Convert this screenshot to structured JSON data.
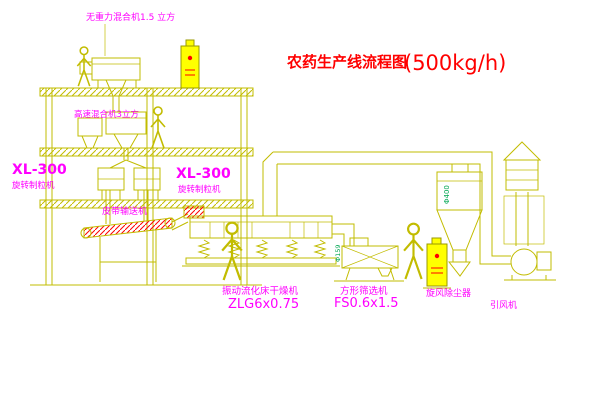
{
  "title": {
    "text": "农药生产线流程图",
    "capacity": "(500kg/h)"
  },
  "labels": {
    "top_mixer": "无重力混合机1.5 立方",
    "high_speed_mixer": "高速混合机3立方",
    "granulator_left": {
      "model": "XL-300",
      "name": "旋转制粒机"
    },
    "granulator_center": {
      "model": "XL-300",
      "name": "旋转制粒机"
    },
    "belt_conveyor": "皮带输送机",
    "fluid_bed_dryer": {
      "name": "振动流化床干燥机",
      "model": "ZLG6x0.75"
    },
    "square_sieve": {
      "name": "方形筛选机",
      "model": "FS0.6x1.5"
    },
    "cyclone": "旋风除尘器",
    "induced_draft_fan": "引风机"
  },
  "annotations": {
    "cyclone_duct": "Φ400",
    "discharge_pipe": "Φ159"
  },
  "colors": {
    "line": "#c2bc00",
    "label": "#ff00ff",
    "title": "#ff0000",
    "cabinet": "#ffff00",
    "annotation": "#00a651",
    "red": "#ff0000"
  }
}
